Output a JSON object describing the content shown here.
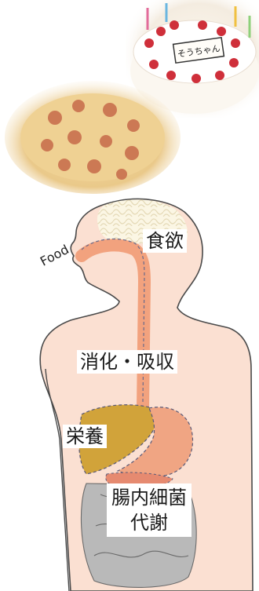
{
  "labels": {
    "food": "Food",
    "appetite": "食欲",
    "digestion": "消化・吸収",
    "nutrition": "栄養",
    "gut_microbe_1": "腸内細菌",
    "gut_microbe_2": "代謝"
  },
  "cake_plate_text": "そうちゃん",
  "colors": {
    "skin": "#fbe0d2",
    "outline": "#4a4a4a",
    "tract": "#f2a27e",
    "liver": "#d1a33a",
    "stomach": "#f0a583",
    "intestine": "#b4b4b4",
    "brain": "#f5f0dc"
  }
}
